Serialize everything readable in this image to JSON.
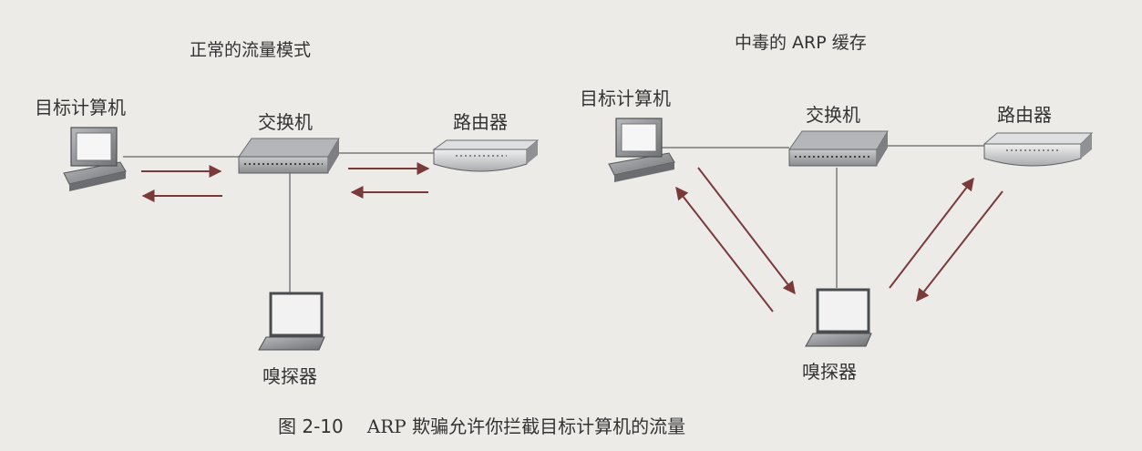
{
  "left_panel": {
    "title": "正常的流量模式",
    "target_label": "目标计算机",
    "switch_label": "交换机",
    "router_label": "路由器",
    "sniffer_label": "嗅探器"
  },
  "right_panel": {
    "title": "中毒的 ARP 缓存",
    "target_label": "目标计算机",
    "switch_label": "交换机",
    "router_label": "路由器",
    "sniffer_label": "嗅探器"
  },
  "caption": {
    "figure_number": "图 2-10",
    "text": "ARP 欺骗允许你拦截目标计算机的流量"
  },
  "colors": {
    "background": "#ecebe8",
    "device_gray": "#8d8f92",
    "line": "#7a7a7a",
    "arrow": "#7a3a3a"
  }
}
